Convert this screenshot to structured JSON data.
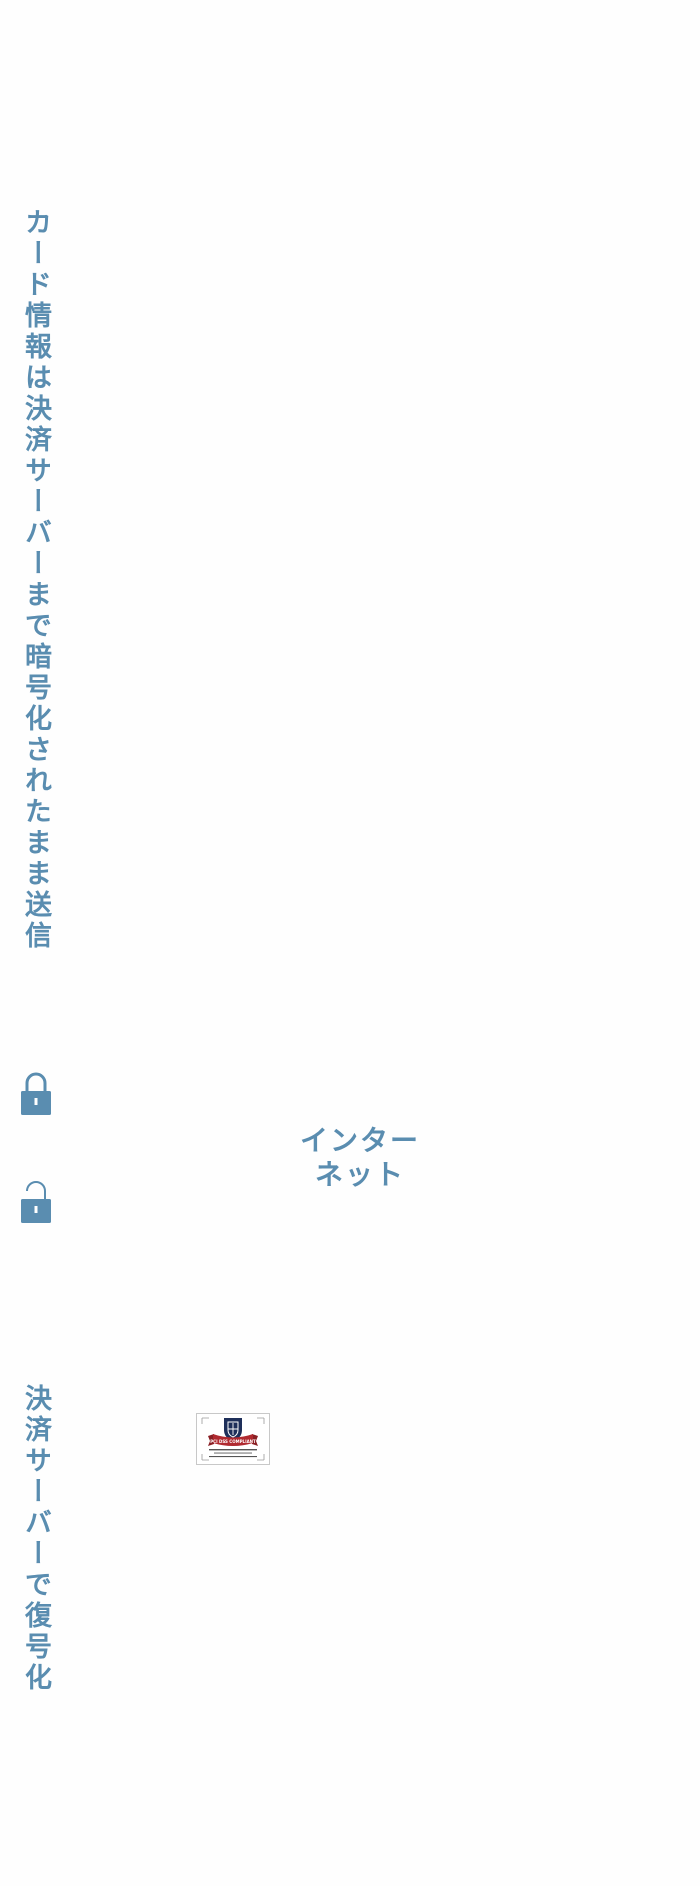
{
  "labels": {
    "encrypted_transfer": "カード情報は決済サーバーまで暗号化されたまま送信",
    "internet_line1": "インター",
    "internet_line2": "ネット",
    "decrypt": "決済サーバーで復号化"
  },
  "certificate": {
    "banner_text": "PCI DSS COMPLIANT"
  },
  "icons": {
    "lock_closed": "lock-closed-icon",
    "lock_open": "lock-open-icon"
  },
  "colors": {
    "accent": "#5a8db0",
    "background": "#fefefe",
    "seal_navy": "#1e2f5a",
    "seal_red": "#b02a30"
  }
}
